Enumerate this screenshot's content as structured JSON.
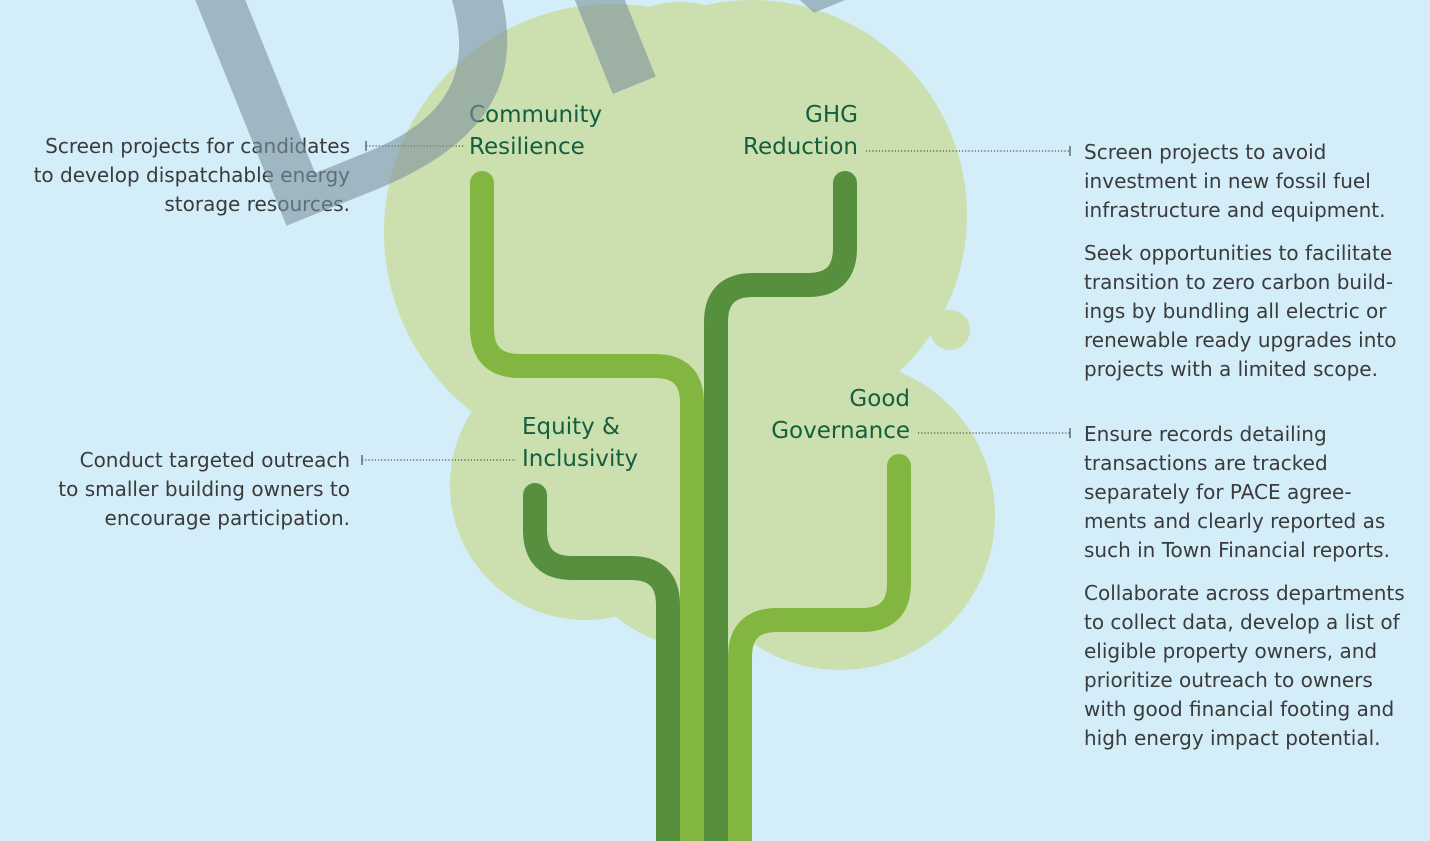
{
  "colors": {
    "background": "#d3edf9",
    "canopy": "#ccdfae",
    "branch_light": "#82b641",
    "branch_dark": "#568f3e",
    "heading_text": "#145f3f",
    "body_text": "#3b3b3b",
    "leader_line": "#555555"
  },
  "watermark": "DRAFT",
  "pillars": {
    "community_resilience": {
      "title_line1": "Community",
      "title_line2": "Resilience",
      "note": [
        "Screen projects for candidates",
        "to develop dispatchable energy",
        "storage resources."
      ]
    },
    "ghg_reduction": {
      "title_line1": "GHG",
      "title_line2": "Reduction",
      "notes": [
        [
          "Screen projects to avoid",
          "investment in new fossil fuel",
          "infrastructure and equipment."
        ],
        [
          "Seek opportunities to facilitate",
          "transition to zero carbon build-",
          "ings by bundling all electric or",
          "renewable ready upgrades into",
          "projects with a limited scope."
        ]
      ]
    },
    "equity_inclusivity": {
      "title_line1": "Equity &",
      "title_line2": "Inclusivity",
      "note": [
        "Conduct targeted outreach",
        "to smaller building owners to",
        "encourage participation."
      ]
    },
    "good_governance": {
      "title_line1": "Good",
      "title_line2": "Governance",
      "notes": [
        [
          "Ensure records detailing",
          "transactions are tracked",
          "separately for PACE agree-",
          "ments and clearly reported as",
          "such in Town Financial reports."
        ],
        [
          "Collaborate across departments",
          "to collect data, develop a list of",
          "eligible property owners, and",
          "prioritize outreach to owners",
          "with good financial footing and",
          "high energy impact potential."
        ]
      ]
    }
  }
}
